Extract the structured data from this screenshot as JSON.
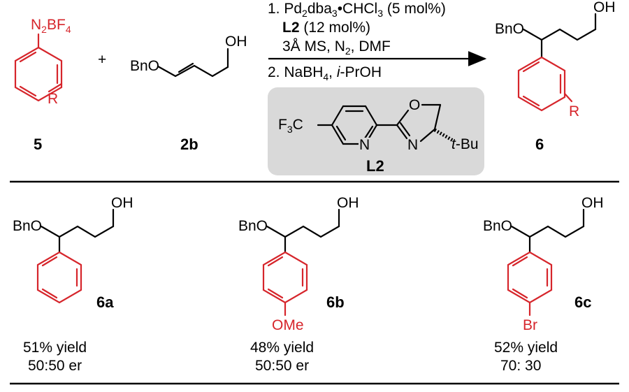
{
  "colors": {
    "accent_red": "#d6252b",
    "ligand_box": "#d9d9d9"
  },
  "scheme": {
    "reactant_5": {
      "group": "N",
      "group_sub": "2",
      "group_tail": "BF",
      "group_tail_sub": "4",
      "substituent": "R",
      "label": "5"
    },
    "plus": "+",
    "reactant_2b": {
      "left": "BnO",
      "right": "OH",
      "label": "2b"
    },
    "conditions": {
      "line1_a": "1. Pd",
      "line1_b": "2",
      "line1_c": "dba",
      "line1_d": "3",
      "line1_e": "•CHCl",
      "line1_f": "3",
      "line1_g": " (5 mol%)",
      "line2_bold": "L2",
      "line2_rest": " (12 mol%)",
      "line3_a": "3Å MS, N",
      "line3_b": "2",
      "line3_c": ", DMF",
      "line4_a": "2. NaBH",
      "line4_b": "4",
      "line4_c": ", ",
      "line4_d": "i",
      "line4_e": "-PrOH"
    },
    "ligand": {
      "cf3_a": "F",
      "cf3_b": "3",
      "cf3_c": "C",
      "ring_O": "O",
      "pyridine_N": "N",
      "oxazoline_N": "N",
      "tbu_a": "t",
      "tbu_b": "-Bu",
      "label": "L2"
    },
    "product_6": {
      "left": "BnO",
      "right": "OH",
      "substituent": "R",
      "label": "6"
    }
  },
  "products": [
    {
      "id": "6a",
      "left": "BnO",
      "right": "OH",
      "para": "",
      "yield": "51% yield",
      "er": "50:50 er"
    },
    {
      "id": "6b",
      "left": "BnO",
      "right": "OH",
      "para": "OMe",
      "yield": "48% yield",
      "er": "50:50 er"
    },
    {
      "id": "6c",
      "left": "BnO",
      "right": "OH",
      "para": "Br",
      "yield": "52% yield",
      "er": "70: 30"
    }
  ]
}
